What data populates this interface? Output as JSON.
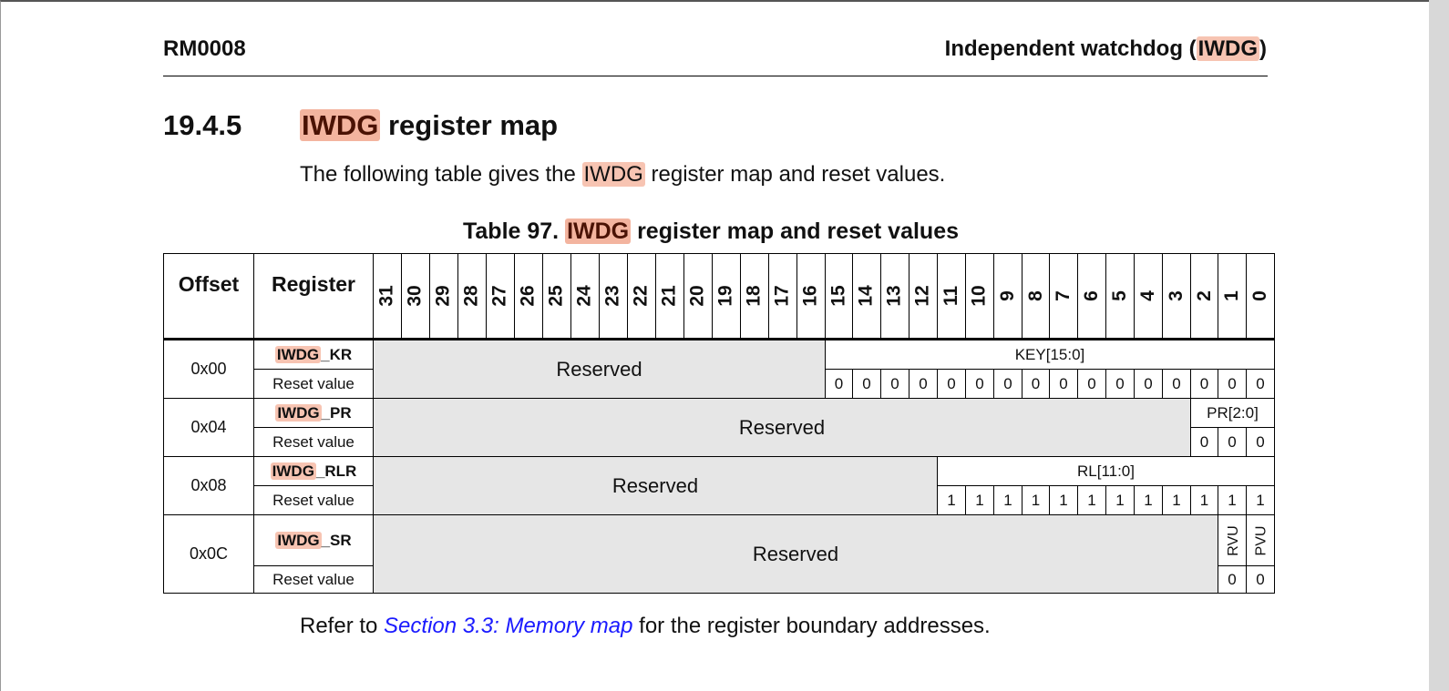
{
  "header": {
    "left": "RM0008",
    "right_prefix": "Independent watchdog (",
    "right_hl": "IWDG",
    "right_suffix": ")"
  },
  "section": {
    "number": "19.4.5",
    "title_hl": "IWDG",
    "title_rest": " register map"
  },
  "intro": {
    "prefix": "The following table gives the ",
    "hl": "IWDG",
    "suffix": " register map and reset values."
  },
  "caption": {
    "prefix": "Table 97. ",
    "hl": "IWDG",
    "suffix": " register map and reset values"
  },
  "table": {
    "col_offset": "Offset",
    "col_register": "Register",
    "bits": [
      "31",
      "30",
      "29",
      "28",
      "27",
      "26",
      "25",
      "24",
      "23",
      "22",
      "21",
      "20",
      "19",
      "18",
      "17",
      "16",
      "15",
      "14",
      "13",
      "12",
      "11",
      "10",
      "9",
      "8",
      "7",
      "6",
      "5",
      "4",
      "3",
      "2",
      "1",
      "0"
    ],
    "reset_label": "Reset value",
    "reserved": "Reserved",
    "registers": [
      {
        "offset": "0x00",
        "name_hl": "IWDG",
        "name_suffix": "_KR",
        "field": "KEY[15:0]",
        "reset": [
          "0",
          "0",
          "0",
          "0",
          "0",
          "0",
          "0",
          "0",
          "0",
          "0",
          "0",
          "0",
          "0",
          "0",
          "0",
          "0"
        ]
      },
      {
        "offset": "0x04",
        "name_hl": "IWDG",
        "name_suffix": "_PR",
        "field": "PR[2:0]",
        "reset": [
          "0",
          "0",
          "0"
        ]
      },
      {
        "offset": "0x08",
        "name_hl": "IWDG",
        "name_suffix": "_RLR",
        "field": "RL[11:0]",
        "reset": [
          "1",
          "1",
          "1",
          "1",
          "1",
          "1",
          "1",
          "1",
          "1",
          "1",
          "1",
          "1"
        ]
      },
      {
        "offset": "0x0C",
        "name_hl": "IWDG",
        "name_suffix": "_SR",
        "fields": [
          "RVU",
          "PVU"
        ],
        "reset": [
          "0",
          "0"
        ]
      }
    ]
  },
  "closing": {
    "prefix": "Refer to ",
    "link": "Section 3.3: Memory map",
    "suffix": " for the register boundary addresses."
  },
  "colors": {
    "highlight": "#f3b49f",
    "link": "#1a1aff",
    "reserved_fill": "#e6e6e6"
  }
}
